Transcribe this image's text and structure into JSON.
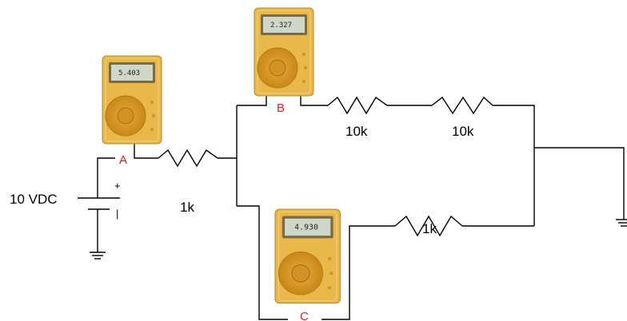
{
  "source": {
    "label": "10 VDC",
    "plus": "+",
    "minus": "|"
  },
  "resistors": {
    "r1": "1k",
    "r2": "10k",
    "r3": "10k",
    "r4": "1k"
  },
  "meters": {
    "a": {
      "tag": "A",
      "reading": "5.403"
    },
    "b": {
      "tag": "B",
      "reading": "2.327"
    },
    "c": {
      "tag": "C",
      "reading": "4.930"
    }
  },
  "colors": {
    "meter_tag": "#e02020",
    "meter_body": "#e8b84a",
    "dial": "#d99a1e",
    "lcd": "#cfd8c8"
  }
}
